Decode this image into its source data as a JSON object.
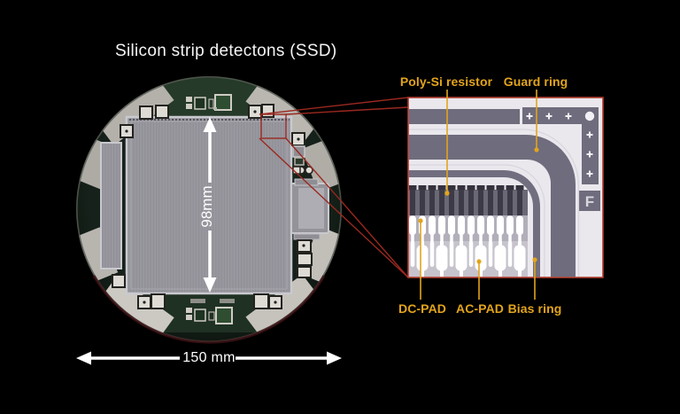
{
  "labels": {
    "title": "Silicon strip detectons (SSD)",
    "dim_height": "98mm",
    "dim_width": "150 mm",
    "poly_si": "Poly-Si resistor",
    "guard_ring": "Guard ring",
    "dc_pad": "DC-PAD",
    "ac_pad": "AC-PAD",
    "bias_ring": "Bias ring",
    "fiducial": "F"
  },
  "colors": {
    "background": "#000000",
    "label_amber": "#e2a41c",
    "callout_red": "#9a2820",
    "panel_border_red": "#b03a2c",
    "panel_bg": "#eae8ed",
    "panel_slate": "#6f6c7d",
    "wafer_green": "#24392a",
    "sensor_gray": "#99989f",
    "dimension_white": "#ffffff"
  }
}
